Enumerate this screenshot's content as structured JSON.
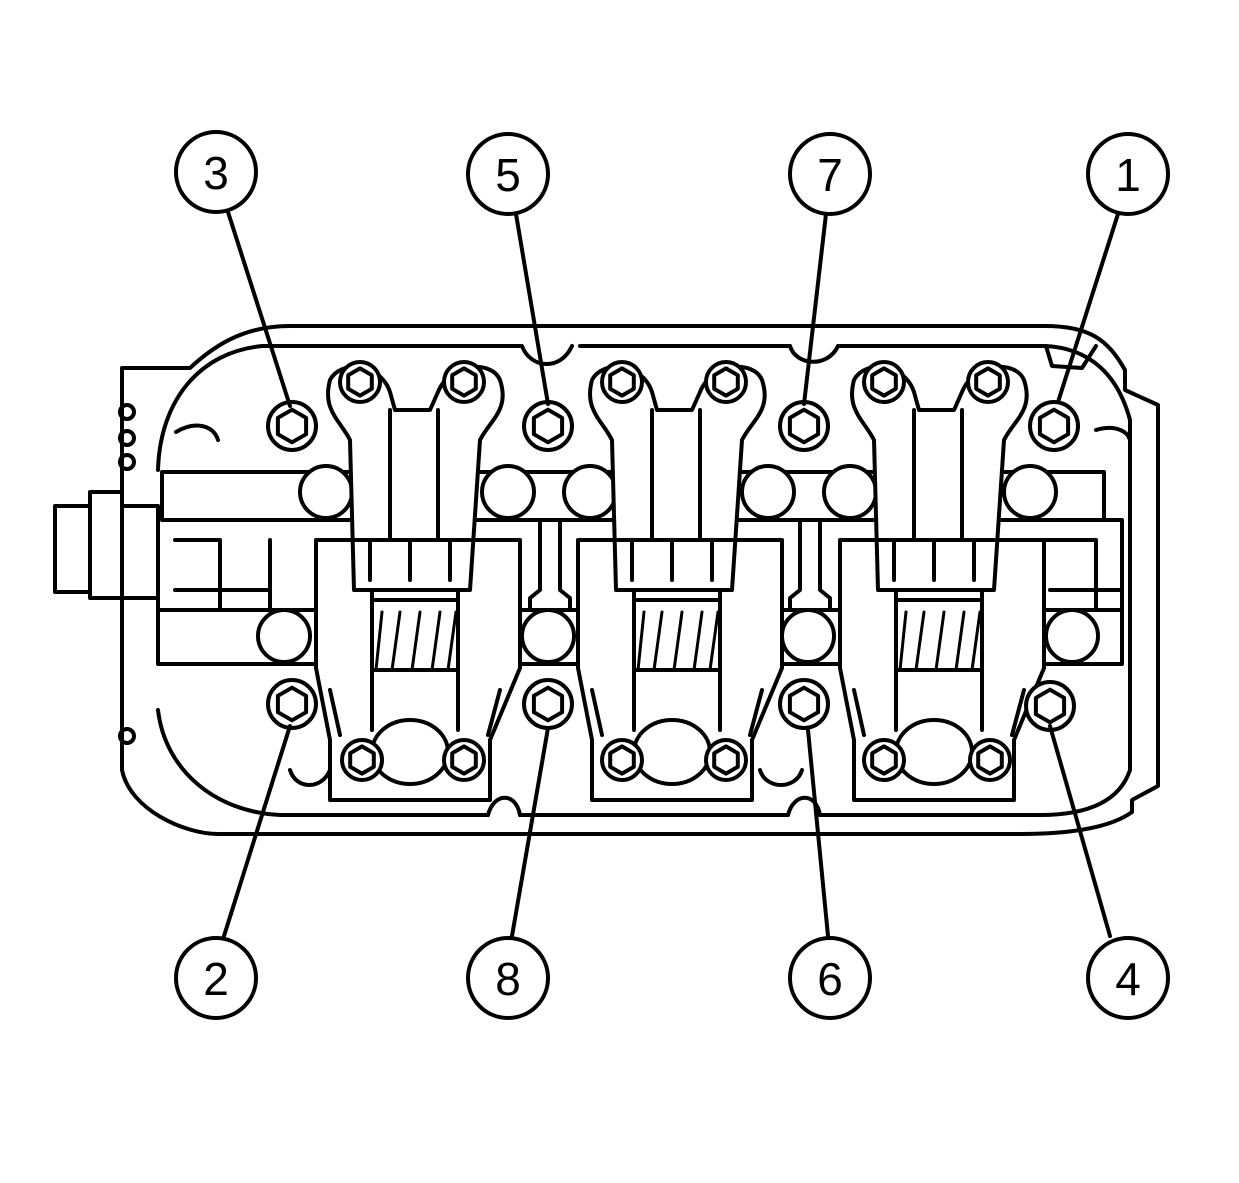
{
  "diagram": {
    "callouts": [
      {
        "id": "c3",
        "label": "3"
      },
      {
        "id": "c5",
        "label": "5"
      },
      {
        "id": "c7",
        "label": "7"
      },
      {
        "id": "c1",
        "label": "1"
      },
      {
        "id": "c2",
        "label": "2"
      },
      {
        "id": "c8",
        "label": "8"
      },
      {
        "id": "c6",
        "label": "6"
      },
      {
        "id": "c4",
        "label": "4"
      }
    ],
    "colors": {
      "line": "#000000",
      "background": "#ffffff"
    }
  }
}
